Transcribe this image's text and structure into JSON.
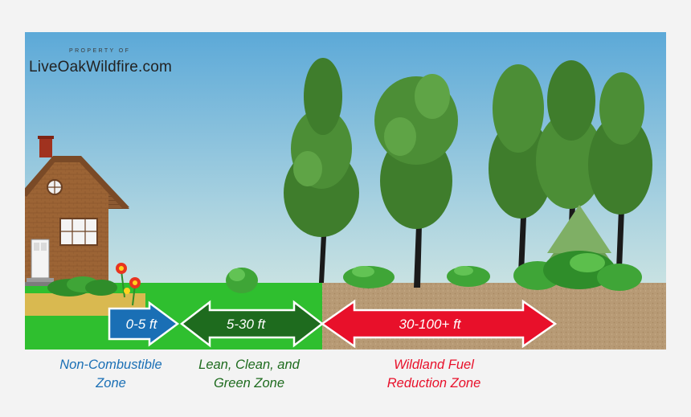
{
  "watermark": {
    "small": "PROPERTY OF",
    "big": "LiveOakWildfire.com"
  },
  "arrows": [
    {
      "label": "0-5 ft",
      "color": "#1a6fb5"
    },
    {
      "label": "5-30 ft",
      "color": "#1e6b1e"
    },
    {
      "label": "30-100+ ft",
      "color": "#e8102a"
    }
  ],
  "zones": [
    {
      "caption": "Non-Combustible\nZone",
      "color": "#1a6fb5"
    },
    {
      "caption": "Lean, Clean, and\nGreen Zone",
      "color": "#1e6b1e"
    },
    {
      "caption": "Wildland Fuel\nReduction Zone",
      "color": "#e8102a"
    }
  ],
  "colors": {
    "sky_top": "#5ca9d8",
    "sky_bottom": "#dfeee2",
    "grass": "#2fbf2f",
    "dirt": "#b79a75",
    "gravel": "#d9b950"
  }
}
